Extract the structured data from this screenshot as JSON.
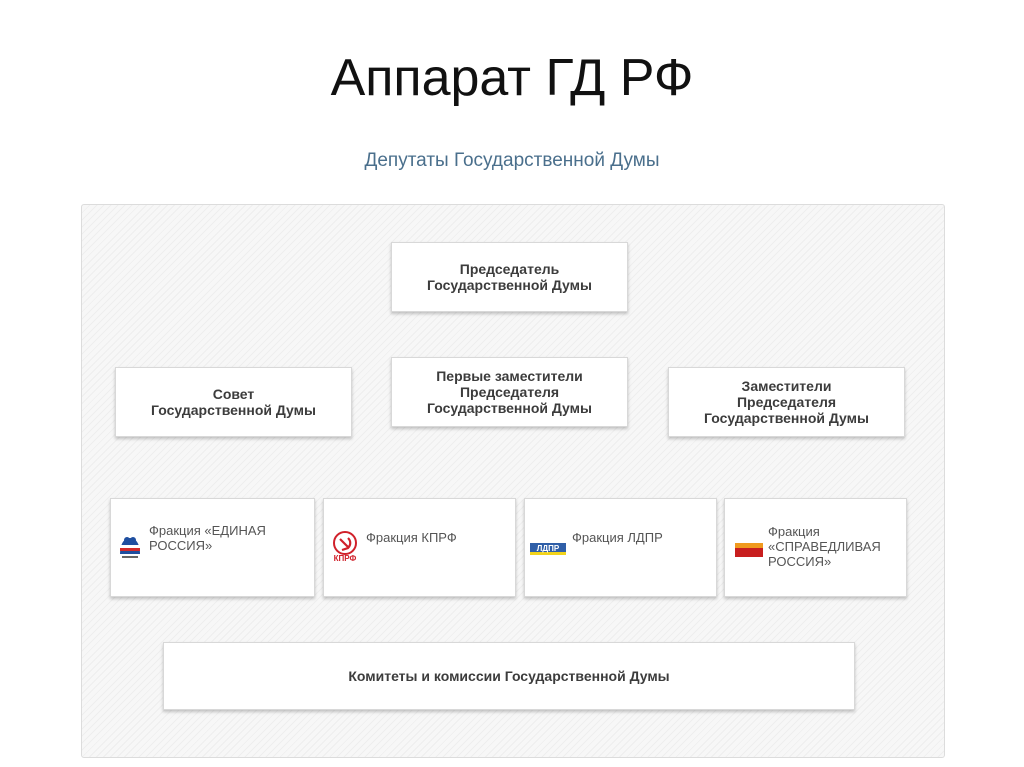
{
  "title": "Аппарат ГД РФ",
  "subtitle": "Депутаты Государственной Думы",
  "chairman": "Председатель\nГосударственной Думы",
  "council": "Совет\nГосударственной Думы",
  "first_deputies": "Первые заместители\nПредседателя\nГосударственной Думы",
  "deputies": "Заместители\nПредседателя\nГосударственной Думы",
  "factions": [
    {
      "label": "Фракция «ЕДИНАЯ\nРОССИЯ»",
      "icon": "united-russia-logo"
    },
    {
      "label": "Фракция КПРФ",
      "icon": "kprf-logo",
      "logo_text": "КПРФ"
    },
    {
      "label": "Фракция ЛДПР",
      "icon": "ldpr-logo",
      "logo_text": "ЛДПР"
    },
    {
      "label": "Фракция\n«СПРАВЕДЛИВАЯ\nРОССИЯ»",
      "icon": "just-russia-logo"
    }
  ],
  "committees": "Комитеты и комиссии Государственной Думы",
  "colors": {
    "subtitle": "#4a6f8c",
    "kprf_red": "#d0202a",
    "ldpr_blue": "#2f5fa8",
    "ldpr_yellow": "#f2d31b",
    "ur_blue": "#1f4fa0",
    "ur_red": "#d22b2b",
    "jr_orange": "#f09a1e",
    "jr_red": "#c81e1e"
  }
}
